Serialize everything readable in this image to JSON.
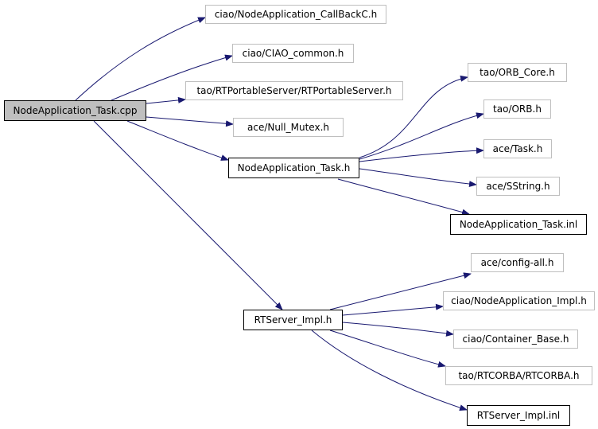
{
  "graph": {
    "root": "NodeApplication_Task.cpp",
    "nodes": {
      "nodeapp_task_cpp": "NodeApplication_Task.cpp",
      "callbackc_h": "ciao/NodeApplication_CallBackC.h",
      "ciao_common_h": "ciao/CIAO_common.h",
      "rtportableserver_h": "tao/RTPortableServer/RTPortableServer.h",
      "null_mutex_h": "ace/Null_Mutex.h",
      "nodeapp_task_h": "NodeApplication_Task.h",
      "orb_core_h": "tao/ORB_Core.h",
      "orb_h": "tao/ORB.h",
      "task_h": "ace/Task.h",
      "sstring_h": "ace/SString.h",
      "nodeapp_task_inl": "NodeApplication_Task.inl",
      "config_all_h": "ace/config-all.h",
      "rtserver_impl_h": "RTServer_Impl.h",
      "nodeapp_impl_h": "ciao/NodeApplication_Impl.h",
      "container_base_h": "ciao/Container_Base.h",
      "rtcorba_h": "tao/RTCORBA/RTCORBA.h",
      "rtserver_impl_inl": "RTServer_Impl.inl"
    },
    "edges": [
      [
        "nodeapp_task_cpp",
        "callbackc_h"
      ],
      [
        "nodeapp_task_cpp",
        "ciao_common_h"
      ],
      [
        "nodeapp_task_cpp",
        "rtportableserver_h"
      ],
      [
        "nodeapp_task_cpp",
        "null_mutex_h"
      ],
      [
        "nodeapp_task_cpp",
        "nodeapp_task_h"
      ],
      [
        "nodeapp_task_cpp",
        "rtserver_impl_h"
      ],
      [
        "nodeapp_task_h",
        "orb_core_h"
      ],
      [
        "nodeapp_task_h",
        "orb_h"
      ],
      [
        "nodeapp_task_h",
        "task_h"
      ],
      [
        "nodeapp_task_h",
        "sstring_h"
      ],
      [
        "nodeapp_task_h",
        "nodeapp_task_inl"
      ],
      [
        "rtserver_impl_h",
        "config_all_h"
      ],
      [
        "rtserver_impl_h",
        "nodeapp_impl_h"
      ],
      [
        "rtserver_impl_h",
        "container_base_h"
      ],
      [
        "rtserver_impl_h",
        "rtcorba_h"
      ],
      [
        "rtserver_impl_h",
        "rtserver_impl_inl"
      ]
    ],
    "colors": {
      "edge": "#191970",
      "root_fill": "#bfbfbf",
      "external_border": "#bfbfbf",
      "documented_border": "#000000"
    }
  }
}
